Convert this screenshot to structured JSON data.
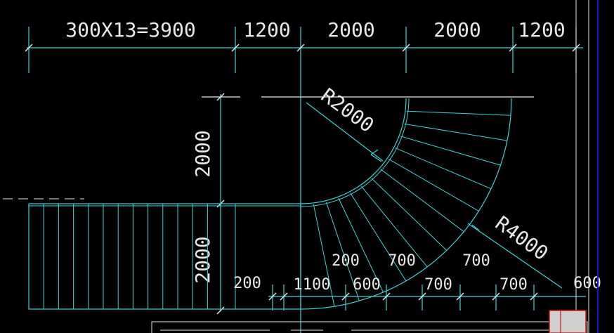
{
  "drawing": {
    "top_dimensions": [
      "300X13=3900",
      "1200",
      "2000",
      "2000",
      "1200"
    ],
    "left_dimensions": [
      "2000",
      "2000"
    ],
    "radius_labels": [
      "R2000",
      "R4000"
    ],
    "inner_labels": [
      "200",
      "700",
      "700"
    ],
    "bottom_dimensions": [
      "200",
      "1100",
      "600",
      "700",
      "700",
      "600"
    ]
  },
  "colors": {
    "background": "#000000",
    "lines": "#38d6d6",
    "text": "#e8e8e8",
    "frame_blue": "#1414c8",
    "marker_red": "#d01818"
  }
}
